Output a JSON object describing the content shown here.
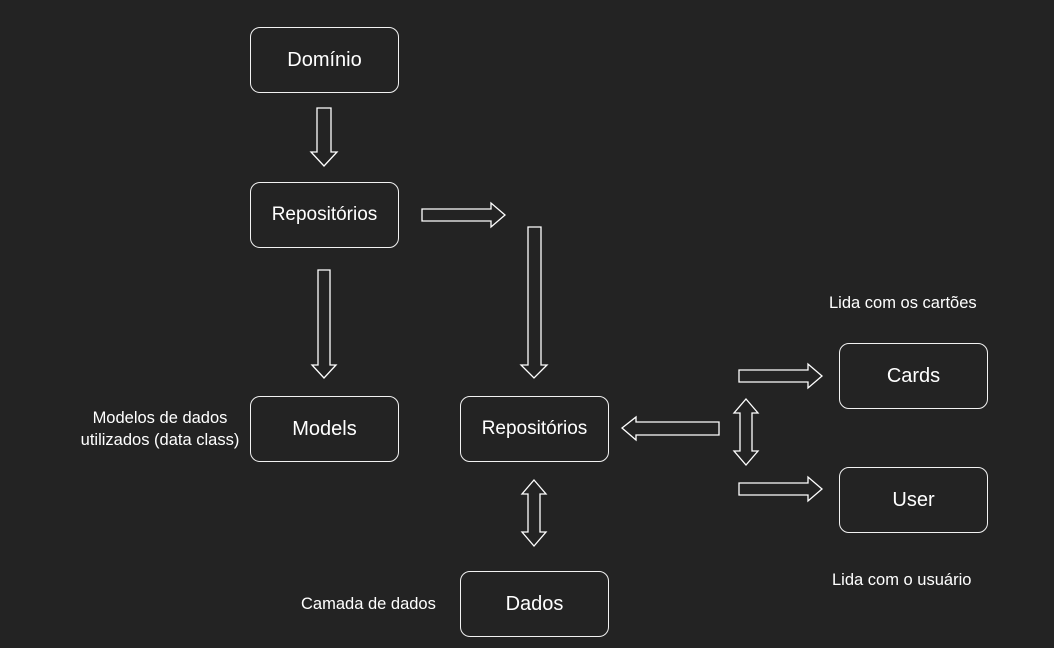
{
  "nodes": {
    "dominio": "Domínio",
    "repositorios_domain": "Repositórios",
    "models": "Models",
    "repositorios_data": "Repositórios",
    "dados": "Dados",
    "cards": "Cards",
    "user": "User"
  },
  "labels": {
    "models_line1": "Modelos de dados",
    "models_line2": "utilizados (data class)",
    "camada": "Camada de dados",
    "cards_desc": "Lida com os cartões",
    "user_desc": "Lida com o usuário"
  }
}
